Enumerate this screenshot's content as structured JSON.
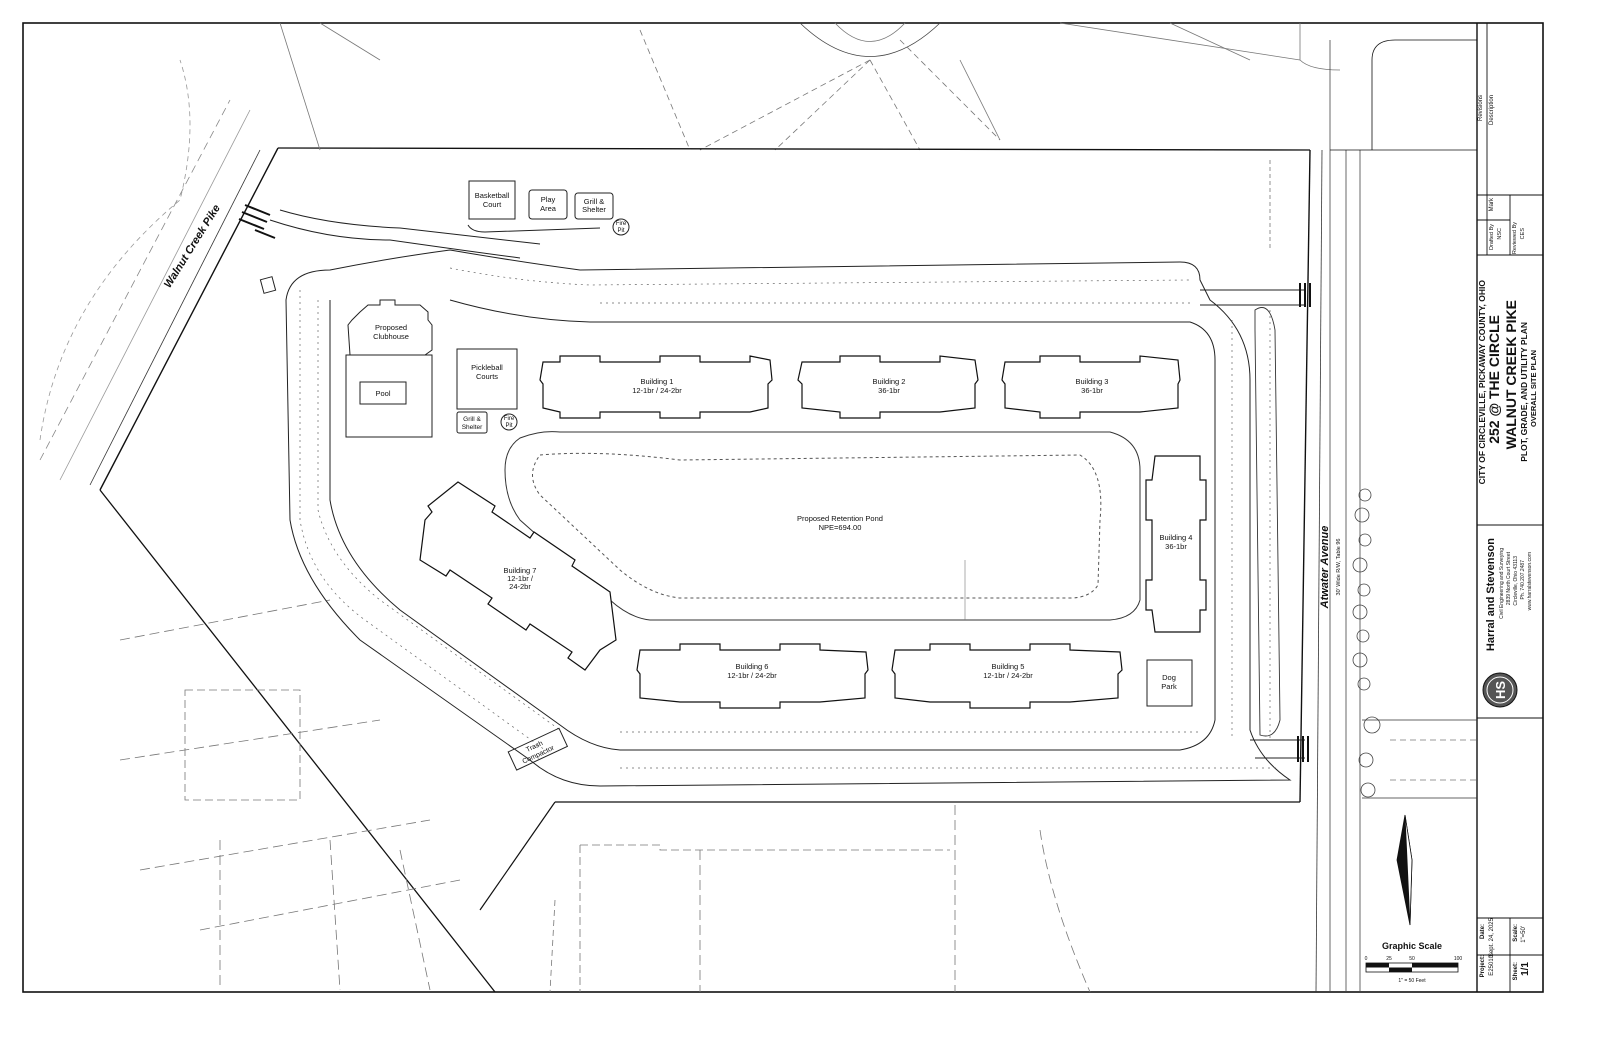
{
  "plan": {
    "roads": {
      "walnut_creek": "Walnut Creek Pike",
      "atwater": "Atwater Avenue",
      "atwater_sub": "30' Wide R/W, Table 96"
    },
    "amenities": {
      "basketball_1": "Basketball",
      "basketball_2": "Court",
      "play_1": "Play",
      "play_2": "Area",
      "grill_top_1": "Grill &",
      "grill_top_2": "Shelter",
      "fire_top_1": "Fire",
      "fire_top_2": "Pit",
      "clubhouse_1": "Proposed",
      "clubhouse_2": "Clubhouse",
      "pool": "Pool",
      "pickleball_1": "Pickleball",
      "pickleball_2": "Courts",
      "grill_mid_1": "Grill &",
      "grill_mid_2": "Shelter",
      "fire_mid_1": "Fire",
      "fire_mid_2": "Pit",
      "dog_1": "Dog",
      "dog_2": "Park",
      "trash_1": "Trash",
      "trash_2": "Compactor"
    },
    "pond": {
      "line1": "Proposed Retention Pond",
      "line2": "NPE=694.00"
    },
    "buildings": [
      {
        "name": "Building 1",
        "units": "12-1br / 24-2br"
      },
      {
        "name": "Building 2",
        "units": "36-1br"
      },
      {
        "name": "Building 3",
        "units": "36-1br"
      },
      {
        "name": "Building 4",
        "units": "36-1br"
      },
      {
        "name": "Building 5",
        "units": "12-1br / 24-2br"
      },
      {
        "name": "Building 6",
        "units": "12-1br / 24-2br"
      },
      {
        "name": "Building 7",
        "units_1": "12-1br /",
        "units_2": "24-2br"
      }
    ],
    "scale": {
      "title": "Graphic Scale",
      "ticks": [
        "0",
        "25",
        "50",
        "100"
      ],
      "note": "1\" = 50 Feet"
    }
  },
  "title_block": {
    "revisions": {
      "header": "Revisions",
      "description": "Description",
      "mark": "Mark"
    },
    "drafted": {
      "label": "Drafted By",
      "value": "NSC"
    },
    "reviewed": {
      "label": "Reviewed By",
      "value": "CES"
    },
    "city": "CITY OF CIRCLEVILLE, PICKAWAY COUNTY, OHIO",
    "project_name": "252 @ THE CIRCLE",
    "project_sub": "WALNUT CREEK PIKE",
    "plan_type": "PLOT, GRADE, AND UTILITY PLAN",
    "plan_subtype": "OVERALL SITE PLAN",
    "firm": {
      "monogram": "HS",
      "name": "Harral and Stevenson",
      "tagline": "Civil Engineering and Surveying",
      "address": "2839 North Court Street",
      "city": "Circleville, Ohio 43113",
      "phone": "Ph. 740.207.2487",
      "web": "www.harralstevenson.com"
    },
    "project": {
      "label": "Project:",
      "value": "E25010"
    },
    "date": {
      "label": "Date:",
      "value": "Sept. 24, 2025"
    },
    "scale": {
      "label": "Scale:",
      "value": "1\"=50'"
    },
    "sheet": {
      "label": "Sheet:",
      "value": "1/1"
    }
  }
}
